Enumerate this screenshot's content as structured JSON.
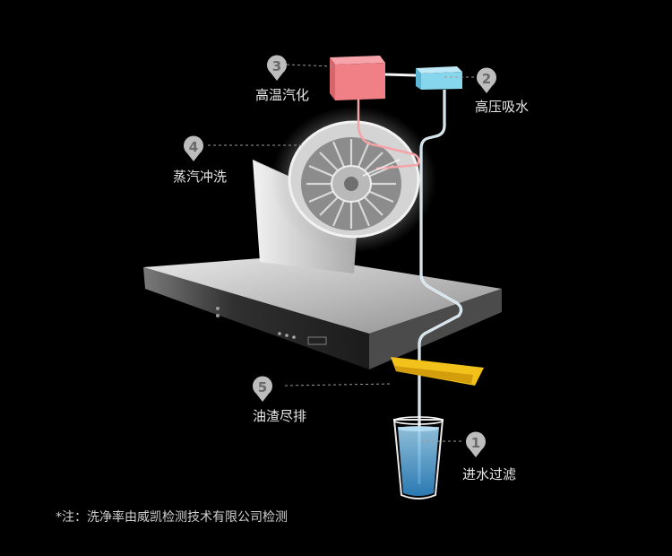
{
  "callouts": [
    {
      "number": "1",
      "label": "进水过滤"
    },
    {
      "number": "2",
      "label": "高压吸水"
    },
    {
      "number": "3",
      "label": "高温汽化"
    },
    {
      "number": "4",
      "label": "蒸汽冲洗"
    },
    {
      "number": "5",
      "label": "油渣尽排"
    }
  ],
  "footnote": "*注：洗净率由威凯检测技术有限公司检测",
  "colors": {
    "background": "#000000",
    "heater_box": "#f07f86",
    "pump_box": "#86d6ee",
    "oil_cup": "#f2c21b",
    "water": "#5fb6e4",
    "pin": "#bdbdbd"
  }
}
